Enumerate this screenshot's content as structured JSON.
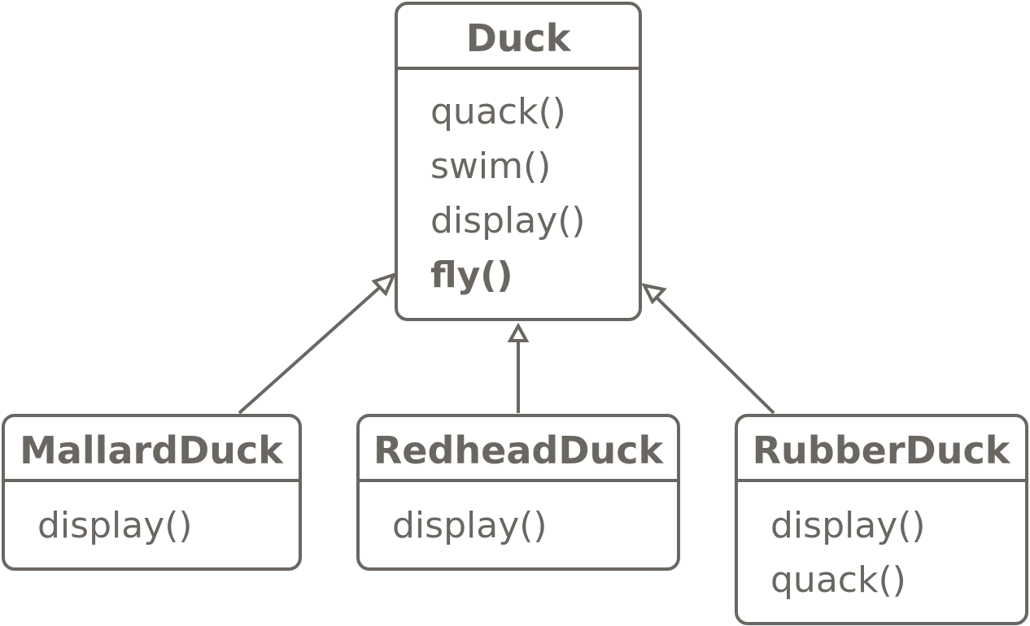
{
  "diagram": {
    "type": "uml-class-inheritance",
    "colors": {
      "stroke": "#6a6661",
      "text": "#6a6661",
      "background": "#ffffff"
    },
    "classes": [
      {
        "id": "duck",
        "name": "Duck",
        "methods": [
          {
            "label": "quack()",
            "bold": false
          },
          {
            "label": "swim()",
            "bold": false
          },
          {
            "label": "display()",
            "bold": false
          },
          {
            "label": "fly()",
            "bold": true
          }
        ]
      },
      {
        "id": "mallard",
        "name": "MallardDuck",
        "methods": [
          {
            "label": "display()",
            "bold": false
          }
        ]
      },
      {
        "id": "redhead",
        "name": "RedheadDuck",
        "methods": [
          {
            "label": "display()",
            "bold": false
          }
        ]
      },
      {
        "id": "rubber",
        "name": "RubberDuck",
        "methods": [
          {
            "label": "display()",
            "bold": false
          },
          {
            "label": "quack()",
            "bold": false
          }
        ]
      }
    ],
    "relations": [
      {
        "from": "mallard",
        "to": "duck",
        "kind": "inheritance"
      },
      {
        "from": "redhead",
        "to": "duck",
        "kind": "inheritance"
      },
      {
        "from": "rubber",
        "to": "duck",
        "kind": "inheritance"
      }
    ]
  }
}
